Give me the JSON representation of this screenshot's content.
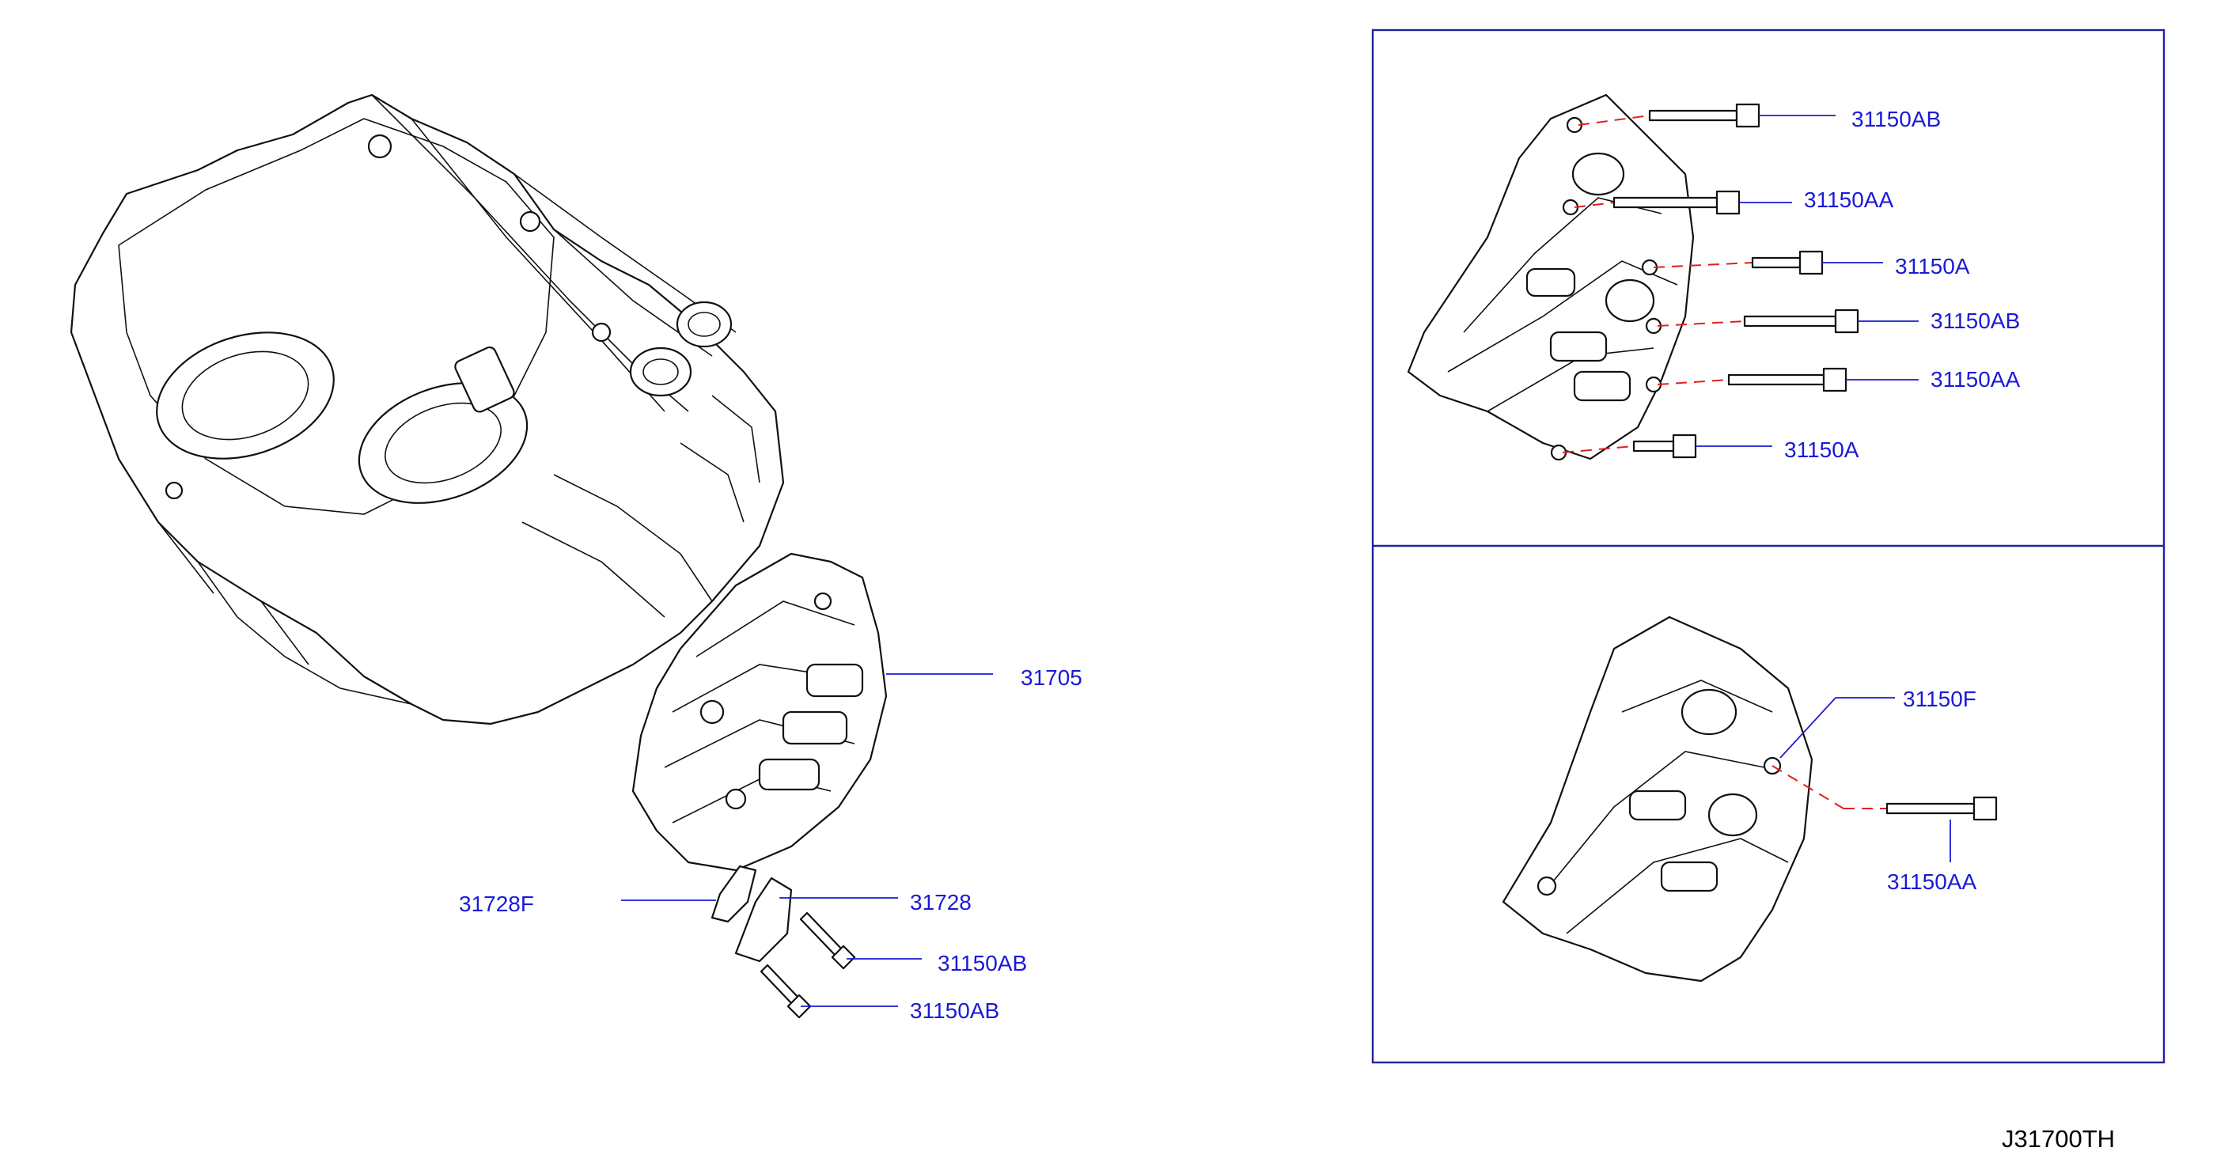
{
  "diagram_code": "J31700TH",
  "colors": {
    "label": "#1a1ad6",
    "frame": "#23239a",
    "dash": "#e02020",
    "line": "#111111"
  },
  "labels": {
    "p31705": "31705",
    "p31728F": "31728F",
    "p31728": "31728",
    "bolt_left_1": "31150AB",
    "bolt_left_2": "31150AB",
    "top_1": "31150AB",
    "top_2": "31150AA",
    "top_3": "31150A",
    "top_4": "31150AB",
    "top_5": "31150AA",
    "top_6": "31150A",
    "bottom_f": "31150F",
    "bottom_aa": "31150AA"
  }
}
